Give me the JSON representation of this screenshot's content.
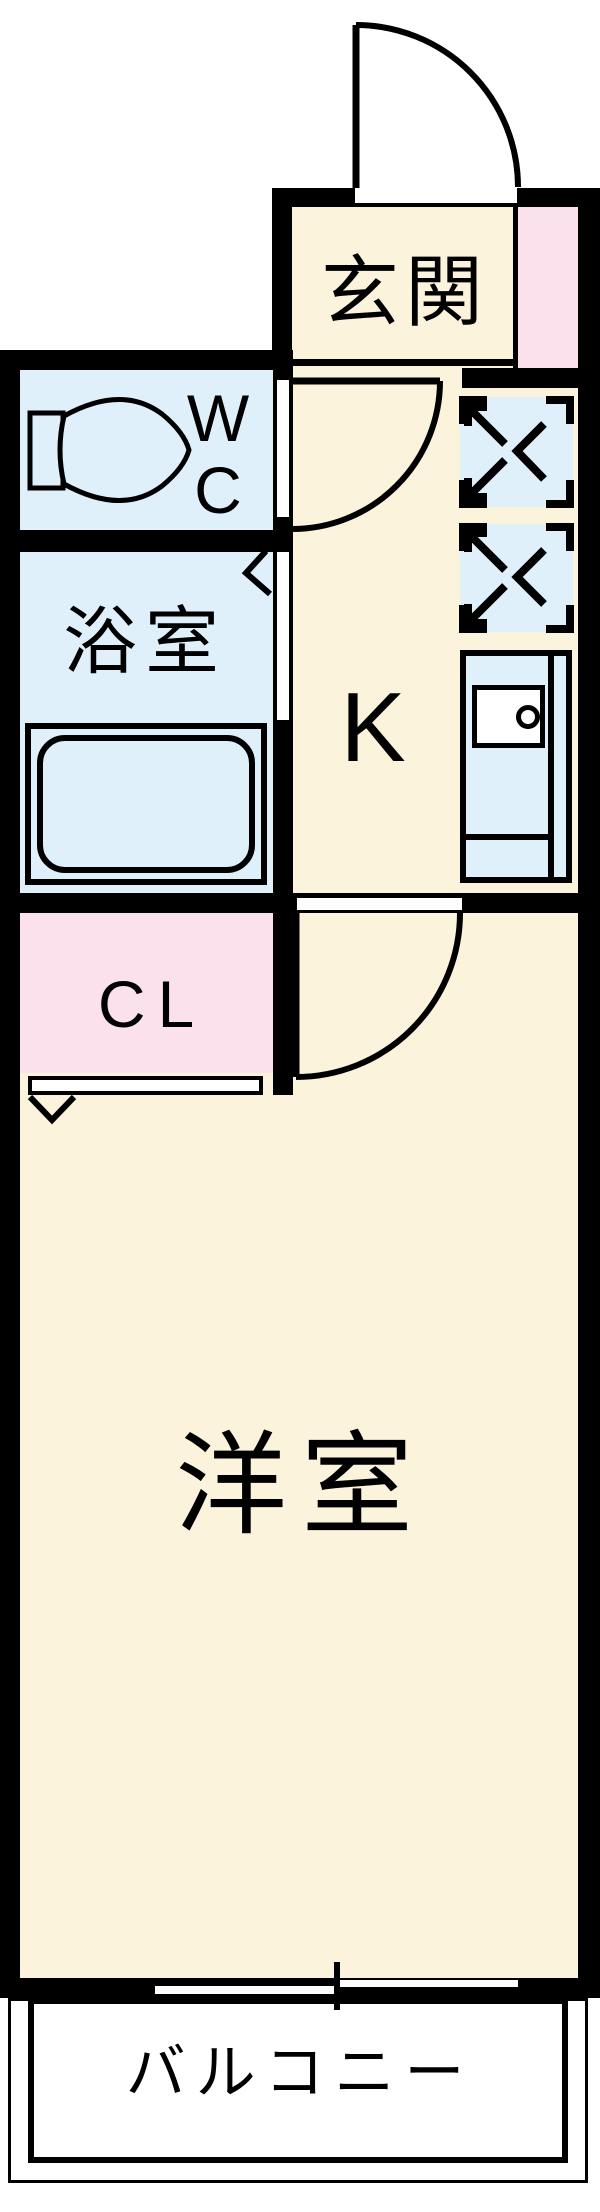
{
  "plan": {
    "title": "1K apartment floor plan",
    "rooms": {
      "genkan": {
        "label": "玄関"
      },
      "wc": {
        "line1": "W",
        "line2": "C"
      },
      "bathroom": {
        "label": "浴室"
      },
      "kitchen": {
        "label": "K"
      },
      "closet": {
        "label": "CL"
      },
      "western_room": {
        "label": "洋室"
      },
      "balcony": {
        "label": "バルコニー"
      }
    },
    "colors": {
      "wall": "#000000",
      "room_floor_cream": "#FCF3DC",
      "wet_area_blue": "#DFF0FB",
      "storage_pink": "#FAE1EC",
      "background": "#FFFFFF"
    },
    "fixtures": [
      "entrance-door-swing",
      "wc-door-swing",
      "western-room-door-swing",
      "bathroom-folding-door",
      "closet-folding-door",
      "toilet",
      "bathtub",
      "kitchen-counter-with-sink",
      "appliance-space-upper",
      "appliance-space-lower",
      "sliding-window",
      "balcony-railing"
    ]
  }
}
